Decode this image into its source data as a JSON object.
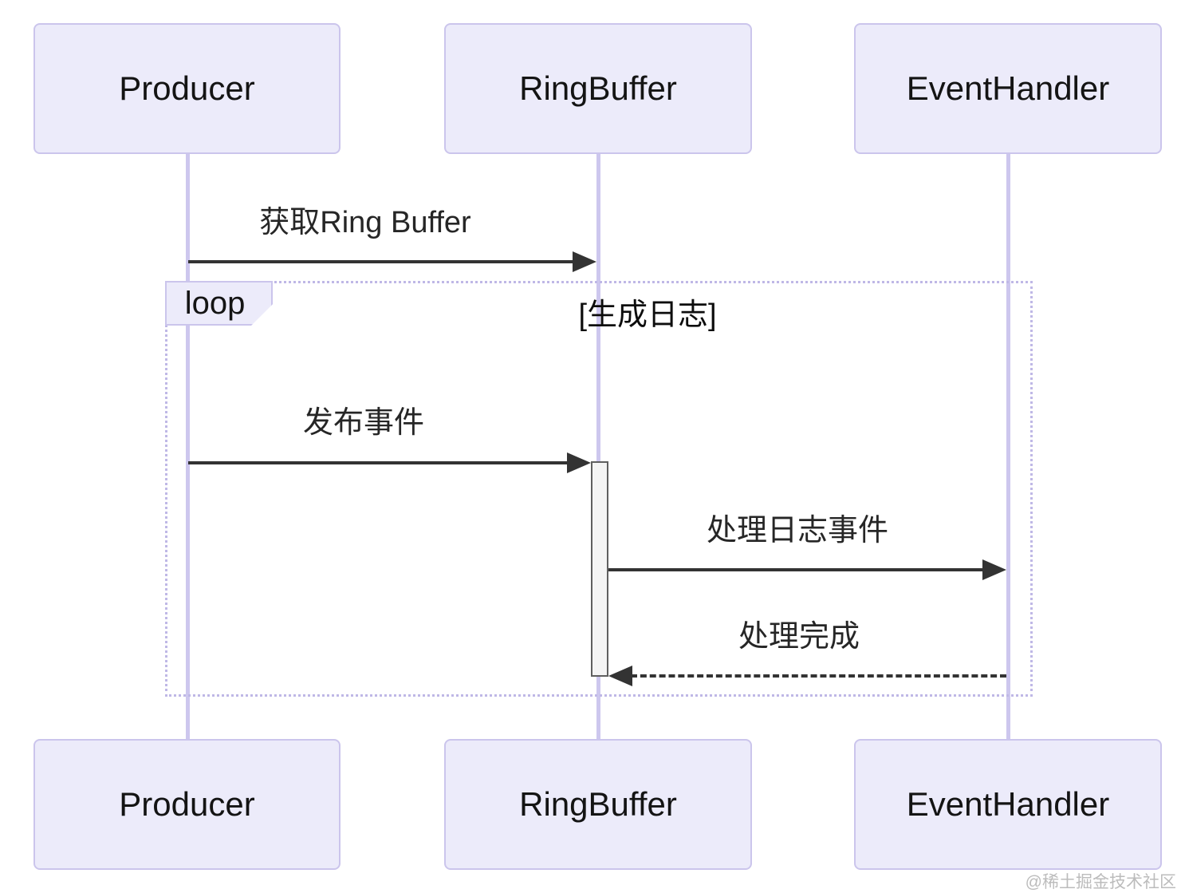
{
  "diagram": {
    "kind": "sequence-diagram",
    "actors": [
      {
        "name": "Producer"
      },
      {
        "name": "RingBuffer"
      },
      {
        "name": "EventHandler"
      }
    ],
    "messages": [
      {
        "from": "Producer",
        "to": "RingBuffer",
        "label": "获取Ring Buffer",
        "line": "solid"
      },
      {
        "from": "Producer",
        "to": "RingBuffer",
        "label": "发布事件",
        "line": "solid"
      },
      {
        "from": "RingBuffer",
        "to": "EventHandler",
        "label": "处理日志事件",
        "line": "solid"
      },
      {
        "from": "EventHandler",
        "to": "RingBuffer",
        "label": "处理完成",
        "line": "dashed"
      }
    ],
    "loop": {
      "keyword": "loop",
      "condition": "[生成日志]"
    },
    "colors": {
      "actor_fill": "#ECEBFA",
      "actor_border": "#CBC5EC",
      "lifeline": "#CDC7EE",
      "arrow": "#333333",
      "loop_border": "#BFB8E6",
      "activation_fill": "#F4F4F4",
      "activation_border": "#5F5F5F",
      "text": "#1A1A1A",
      "watermark_color": "#BCBCBC"
    }
  },
  "watermark": "@稀土掘金技术社区"
}
